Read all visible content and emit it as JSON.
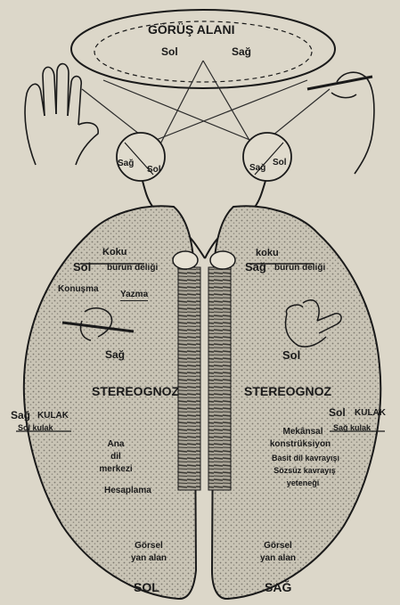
{
  "visual_field": {
    "title": "GÖRÜŞ ALANI",
    "left": "Sol",
    "right": "Sağ"
  },
  "eyes": {
    "left": {
      "top": "Sağ",
      "bottom": "Sol"
    },
    "right": {
      "top": "Sağ",
      "bottom": "Sol"
    }
  },
  "left_hemisphere": {
    "smell": "Koku",
    "smell_side": "Sol",
    "nostril": "burun deliği",
    "speech": "Konuşma",
    "writing": "Yazma",
    "hand_side": "Sağ",
    "stereognosis": "STEREOGNOZ",
    "ear_side": "Sağ",
    "ear": "KULAK",
    "ear_sub": "Sol kulak",
    "language_center": [
      "Ana",
      "dil",
      "merkezi"
    ],
    "calculation": "Hesaplama",
    "visual_field": [
      "Görsel",
      "yan alan"
    ],
    "name": "SOL"
  },
  "right_hemisphere": {
    "smell": "koku",
    "smell_side": "Sağ",
    "nostril": "burun deliği",
    "hand_side": "Sol",
    "stereognosis": "STEREOGNOZ",
    "ear_side": "Sol",
    "ear": "KULAK",
    "ear_sub": "Sağ kulak",
    "spatial": [
      "Mekânsal",
      "konstrüksiyon"
    ],
    "simple_language": "Basit dil kavrayışı",
    "word_comprehension": [
      "Sözsüz kavrayış",
      "yeteneği"
    ],
    "visual_field": [
      "Görsel",
      "yan alan"
    ],
    "name": "SAĞ"
  },
  "colors": {
    "paper": "#dcd7c9",
    "ink": "#1a1a1a",
    "stipple": "#8d897e"
  }
}
